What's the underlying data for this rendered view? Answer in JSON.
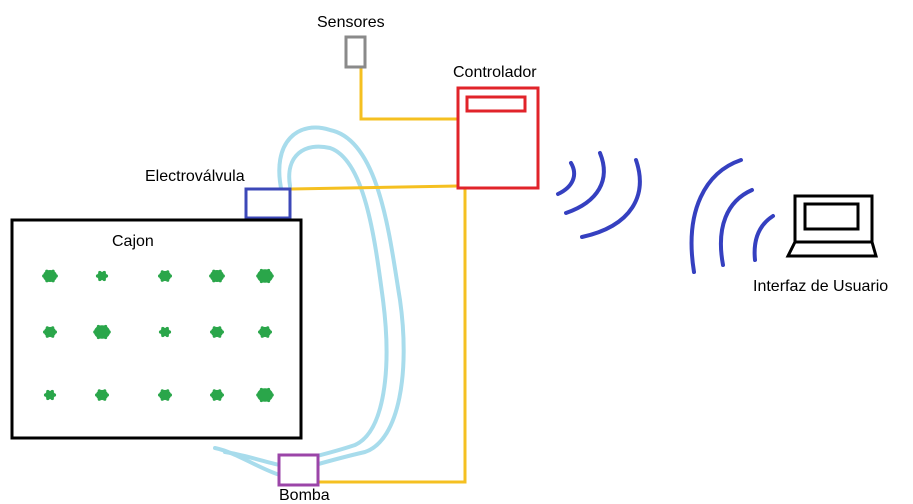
{
  "diagram": {
    "components": {
      "sensors": {
        "label": "Sensores"
      },
      "controller": {
        "label": "Controlador"
      },
      "valve": {
        "label": "Electroválvula"
      },
      "box": {
        "label": "Cajon"
      },
      "pump": {
        "label": "Bomba"
      },
      "user_interface": {
        "label": "Interfaz de Usuario"
      }
    },
    "plants": {
      "rows": 3,
      "columns": 5
    }
  },
  "colors": {
    "signal_wire": "#f5c021",
    "water_hose": "#a8dcec",
    "controller": "#e1232a",
    "valve": "#3c48b8",
    "pump": "#9b45a8",
    "sensor": "#8a8a8a",
    "wireless_wave": "#3540c0",
    "plant": "#2aa64a",
    "outline": "#000000"
  }
}
